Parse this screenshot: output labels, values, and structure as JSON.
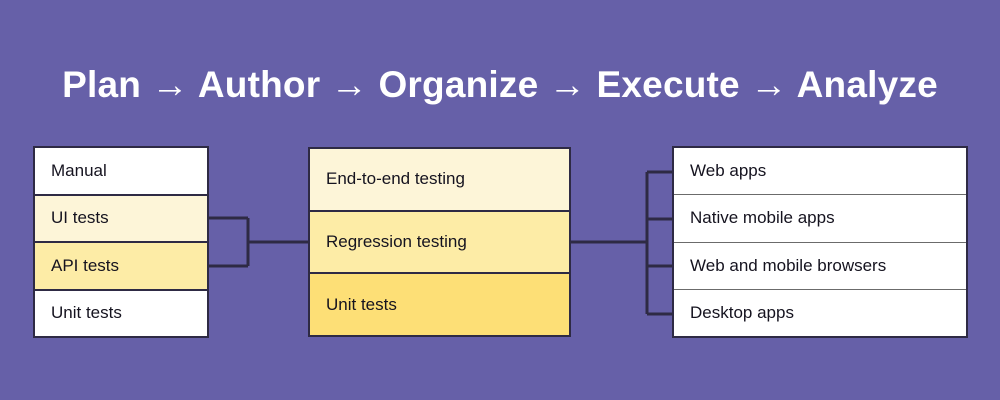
{
  "page": {
    "background_color": "#6660a8",
    "title": "Plan → Author → Organize → Execute → Analyze",
    "title_color": "#ffffff"
  },
  "palette": {
    "purple_background": "#6660a8",
    "border_dark": "#2e2a44",
    "white": "#ffffff",
    "cream_light": "#fdf5d8",
    "yellow_medium": "#fdeca6",
    "yellow_strong": "#fddf76",
    "text_dark": "#15131f",
    "separator_grey": "#6b6b6b"
  },
  "columns": [
    {
      "id": "plan",
      "name": "test-types-column",
      "rows": [
        {
          "label": "Manual",
          "fill": "#ffffff"
        },
        {
          "label": "UI tests",
          "fill": "#fdf5d8"
        },
        {
          "label": "API tests",
          "fill": "#fdeca6"
        },
        {
          "label": "Unit tests",
          "fill": "#ffffff"
        }
      ]
    },
    {
      "id": "author",
      "name": "test-levels-column",
      "rows": [
        {
          "label": "End-to-end testing",
          "fill": "#fdf5d8"
        },
        {
          "label": "Regression testing",
          "fill": "#fdeca6"
        },
        {
          "label": "Unit tests",
          "fill": "#fddf76"
        }
      ]
    },
    {
      "id": "execute",
      "name": "platforms-column",
      "rows": [
        {
          "label": "Web apps",
          "fill": "#ffffff"
        },
        {
          "label": "Native mobile apps",
          "fill": "#ffffff"
        },
        {
          "label": "Web and mobile browsers",
          "fill": "#ffffff"
        },
        {
          "label": "Desktop apps",
          "fill": "#ffffff"
        }
      ]
    }
  ],
  "connectors": {
    "left_bracket_name": "connector-plan-to-author",
    "right_bracket_name": "connector-author-to-execute",
    "line_color": "#2e2a44"
  }
}
